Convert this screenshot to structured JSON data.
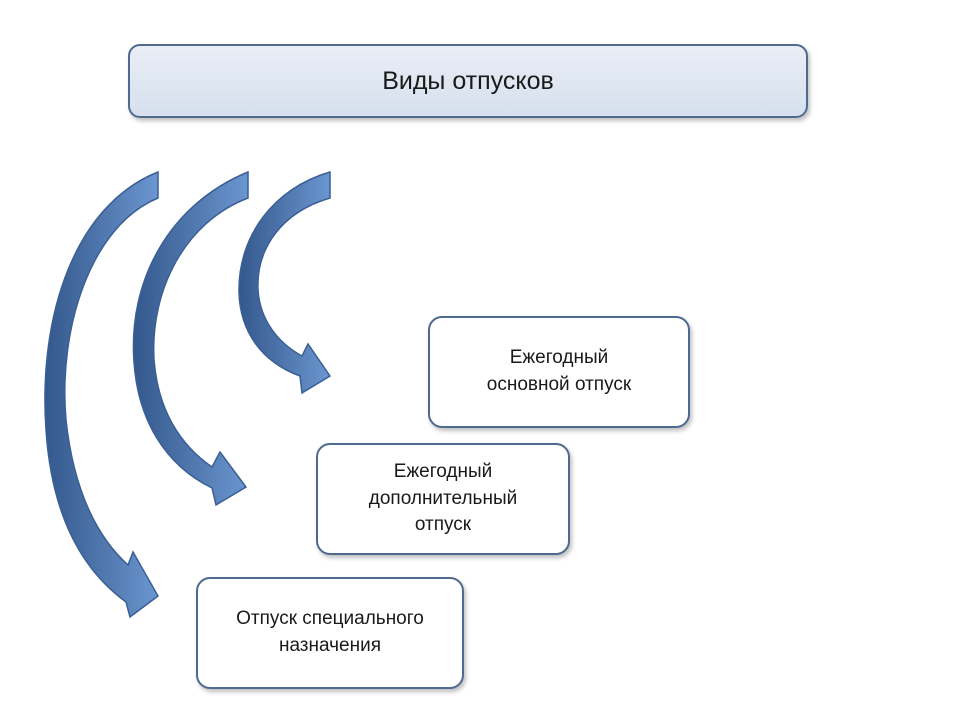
{
  "diagram": {
    "title": "Виды отпусков",
    "types": [
      {
        "label": "Ежегодный\nосновной отпуск"
      },
      {
        "label": "Ежегодный\nдополнительный\nотпуск"
      },
      {
        "label": "Отпуск специального\nназначения"
      }
    ]
  },
  "colors": {
    "arrow_fill_light": "#6b96cf",
    "arrow_fill_dark": "#34588c",
    "arrow_stroke": "#3a5f95",
    "box_border": "#4f6a8f",
    "header_fill": "#dce5f1"
  }
}
